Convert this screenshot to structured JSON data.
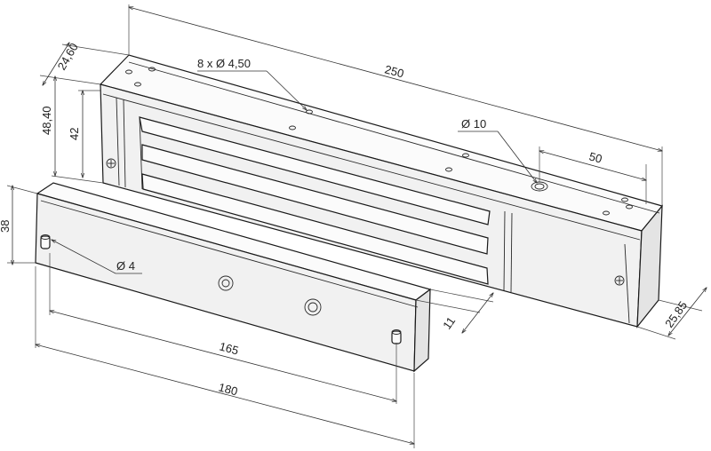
{
  "dimensions": {
    "overall_length": "250",
    "magnet_depth": "24,60",
    "magnet_height_outer": "48,40",
    "magnet_height_inner": "42",
    "mount_holes": "8 x Ø 4,50",
    "center_hole": "Ø 10",
    "hole_offset": "50",
    "plate_height": "38",
    "pin_diameter": "Ø 4",
    "pin_spacing": "165",
    "plate_length": "180",
    "plate_thickness": "11",
    "magnet_side_depth": "25,85"
  }
}
